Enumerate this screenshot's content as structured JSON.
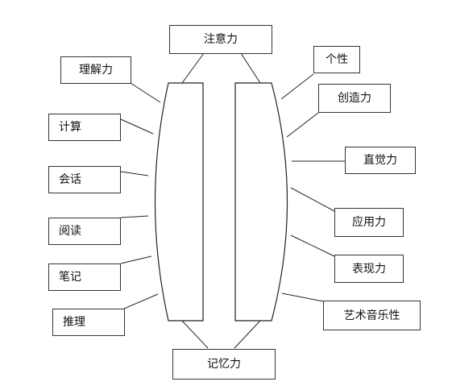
{
  "diagram": {
    "top_label": "注意力",
    "bottom_label": "记忆力",
    "left_labels": [
      "理解力",
      "计算",
      "会话",
      "阅读",
      "笔记",
      "推理"
    ],
    "right_labels": [
      "个性",
      "创造力",
      "直觉力",
      "应用力",
      "表现力",
      "艺术音乐性"
    ]
  }
}
